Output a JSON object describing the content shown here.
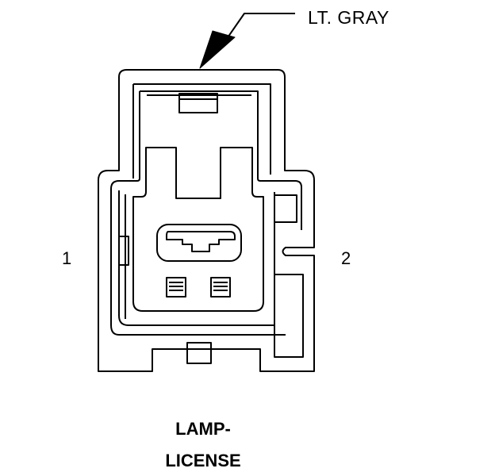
{
  "callout": {
    "color_label": "LT. GRAY"
  },
  "pins": {
    "left": "1",
    "right": "2"
  },
  "title": {
    "line1": "LAMP-",
    "line2": "LICENSE"
  },
  "colors": {
    "stroke": "#000000",
    "background": "#ffffff"
  }
}
